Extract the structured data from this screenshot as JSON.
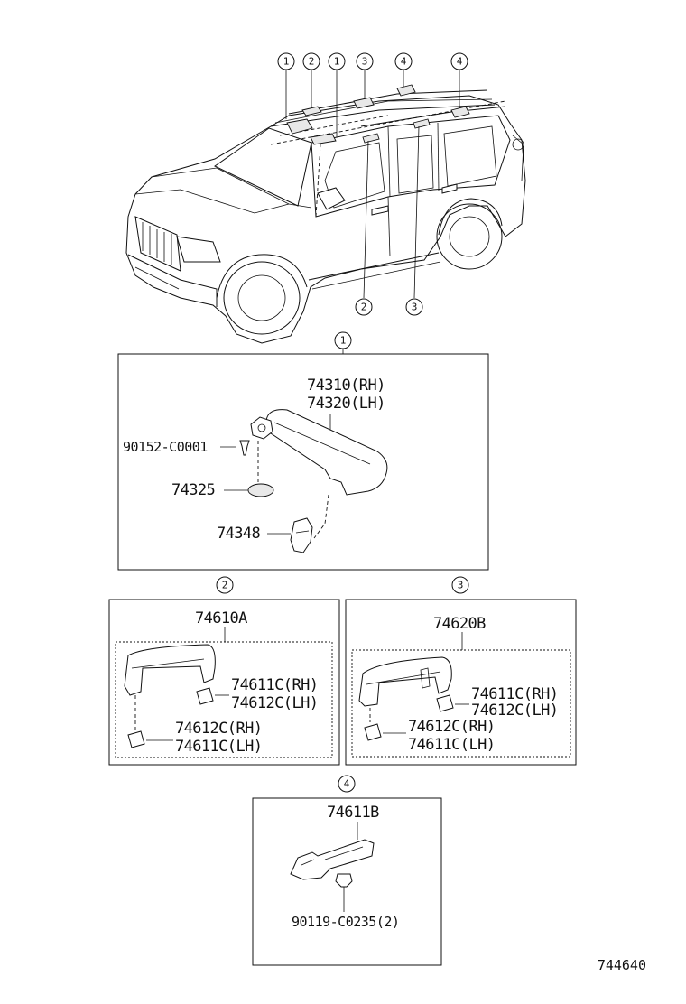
{
  "callouts": {
    "vehicle_top": [
      "1",
      "2",
      "1",
      "3",
      "4",
      "4"
    ],
    "vehicle_bottom": [
      "2",
      "3"
    ],
    "section_1": "1",
    "section_2": "2",
    "section_3": "3",
    "section_4": "4"
  },
  "section_1": {
    "visor_rh": "74310(RH)",
    "visor_lh": "74320(LH)",
    "screw": "90152-C0001",
    "cover": "74325",
    "holder": "74348"
  },
  "section_2": {
    "assembly": "74610A",
    "upper_rh": "74611C(RH)",
    "upper_lh": "74612C(LH)",
    "lower_rh": "74612C(RH)",
    "lower_lh": "74611C(LH)"
  },
  "section_3": {
    "assembly": "74620B",
    "upper_rh": "74611C(RH)",
    "upper_lh": "74612C(LH)",
    "lower_rh": "74612C(RH)",
    "lower_lh": "74611C(LH)"
  },
  "section_4": {
    "assembly": "74611B",
    "bolt": "90119-C0235(2)"
  },
  "diagram_code": "744640"
}
